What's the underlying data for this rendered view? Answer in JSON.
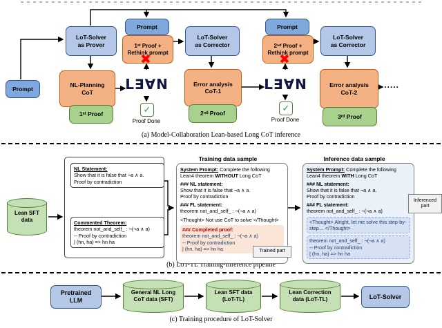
{
  "colors": {
    "prompt_blue": "#7FA8DC",
    "solver_blue": "#B4C7E7",
    "cot_orange": "#F4B183",
    "proof_green": "#A9D18E",
    "cylinder_green": "#C5E0B4",
    "fail_red": "#FF0000",
    "check_green": "#2E9E3E"
  },
  "section_a": {
    "caption": "(a) Model-Collaboration Lean-based Long CoT inference",
    "prompt_left": "Prompt",
    "prover": "LoT-Solver\nas Prover",
    "prompt_top_1": "Prompt",
    "rethink_1": "1ˢᵗ Proof +\nRethink prompt",
    "corrector_1": "LoT-Solver\nas Corrector",
    "prompt_top_2": "Prompt",
    "rethink_2": "2ⁿᵈ Proof +\nRethink prompt",
    "corrector_2": "LoT-Solver\nas Corrector",
    "nl_planning": "NL-Planning\nCoT",
    "error_cot_1": "Error analysis\nCoT-1",
    "error_cot_2": "Error analysis\nCoT-2",
    "lean_logo": "L∃∀N",
    "proof_1": "1ˢᵗ Proof",
    "proof_2": "2ⁿᵈ Proof",
    "proof_3": "3ʳᵈ Proof",
    "proof_done": "Proof Done",
    "fail_mark": "✖",
    "check_mark": "✓",
    "ellipsis": "......"
  },
  "section_b": {
    "caption": "(b) LoT-TL Training-Inference pipeline",
    "database_label": "Lean SFT\ndata",
    "nl_statement": {
      "title": "NL Statement:",
      "body": "Show that it is false that ¬a ∧ a.\nProof by contradiction"
    },
    "commented_theorem": {
      "title": "Commented Theorem:",
      "body": "theorem not_and_self_ : ¬(¬a ∧ a)\n-- Proof by contradiction\n| (hn, ha) => hn ha"
    },
    "training_sample": {
      "title": "Training data sample",
      "system_prompt_label": "System Prompt:",
      "system_prompt_pre": " Complete the following Lean4 theorem ",
      "system_prompt_emph": "WITHOUT",
      "system_prompt_post": " Long CoT",
      "nl_header": "### NL statement:",
      "nl_body": "Show that it is false that ¬a ∧ a.\nProof by contradiction",
      "fl_header": "### FL statement:",
      "fl_body": "theorem not_and_self_ : ¬(¬a ∧ a)",
      "thought": "<Thought> Not use CoT to solve </Thought>",
      "completed_header": "### Completed proof:",
      "completed_body": "theorem not_and_self_ : ¬(¬a ∧ a)\n-- Proof by contradiction\n| (hn, ha) => hn ha",
      "trained_part_label": "Trained part"
    },
    "inference_sample": {
      "title": "Inference data sample",
      "system_prompt_label": "System Prompt:",
      "system_prompt_pre": " Complete the following Lean4 theorem ",
      "system_prompt_emph": "WITH",
      "system_prompt_post": " Long CoT",
      "nl_header": "### NL statement:",
      "nl_body": "Show that it is false that ¬a ∧ a.\nProof by contradiction",
      "fl_header": "### FL statement:",
      "fl_body": "theorem not_and_self_ : ¬(¬a ∧ a)",
      "thought": "<Thought> Alright, let me solve this step-by-step… </Thought>",
      "completed_body": "theorem not_and_self_ : ¬(¬a ∧ a)\n-- Proof by contradiction\n| (hn, ha) => hn ha",
      "inferenced_part_label": "Inferenced part"
    }
  },
  "section_c": {
    "caption": "(c) Training procedure of LoT-Solver",
    "pretrained": "Pretrained\nLLM",
    "data_1": "General NL Long\nCoT data (SFT)",
    "data_2": "Lean SFT data\n(LoT-TL)",
    "data_3": "Lean Correction\ndata (LoT-TL)",
    "solver": "LoT-Solver"
  }
}
